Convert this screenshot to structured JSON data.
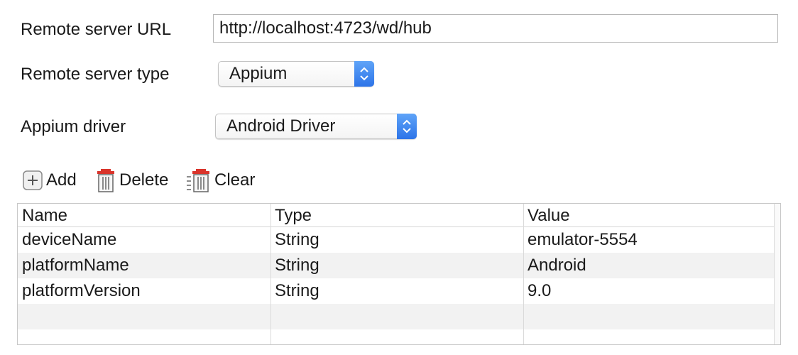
{
  "form": {
    "url_label": "Remote server URL",
    "url_value": "http://localhost:4723/wd/hub",
    "type_label": "Remote server type",
    "type_value": "Appium",
    "driver_label": "Appium driver",
    "driver_value": "Android Driver"
  },
  "toolbar": {
    "add_label": "Add",
    "delete_label": "Delete",
    "clear_label": "Clear"
  },
  "table": {
    "columns": [
      "Name",
      "Type",
      "Value"
    ],
    "rows": [
      {
        "name": "deviceName",
        "type": "String",
        "value": "emulator-5554"
      },
      {
        "name": "platformName",
        "type": "String",
        "value": "Android"
      },
      {
        "name": "platformVersion",
        "type": "String",
        "value": "9.0"
      }
    ]
  },
  "colors": {
    "accent": "#2d74e8",
    "delete_red": "#d9342b"
  }
}
